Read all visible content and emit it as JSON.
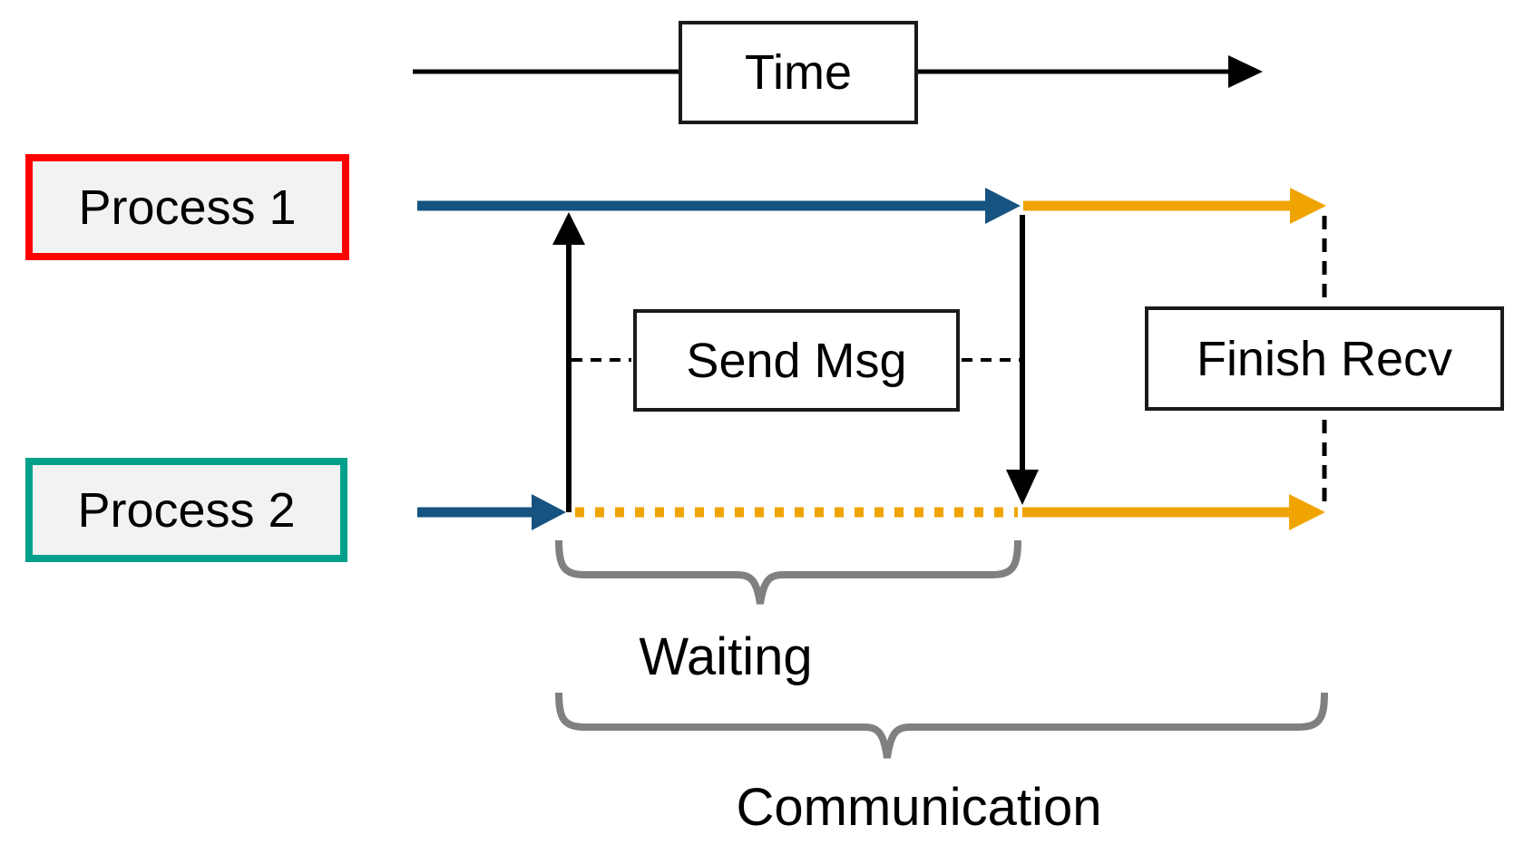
{
  "labels": {
    "time": "Time",
    "process1": "Process 1",
    "process2": "Process 2",
    "send_msg": "Send Msg",
    "finish_recv": "Finish Recv",
    "waiting": "Waiting",
    "communication": "Communication"
  },
  "colors": {
    "process_blue": "#165380",
    "orange": "#F0A402",
    "red_border": "#FF0000",
    "teal_border": "#00A08A",
    "label_box_fill": "#F2F2F2",
    "box_border": "#1A1A1A",
    "brace_gray": "#808080",
    "arrow_black": "#000000"
  }
}
